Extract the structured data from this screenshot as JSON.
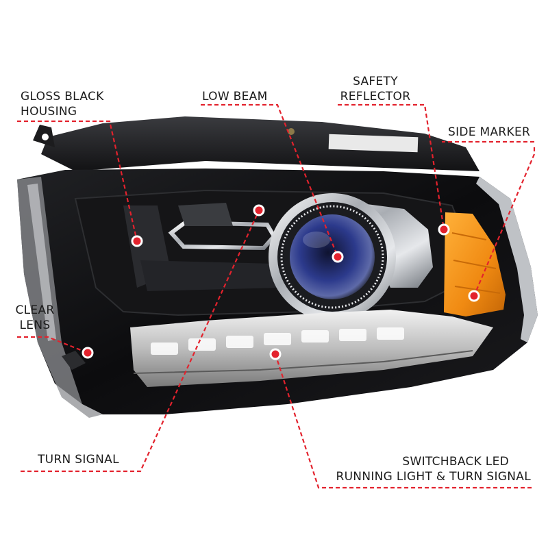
{
  "labels": {
    "gloss_black_housing": [
      "GLOSS BLACK",
      "HOUSING"
    ],
    "low_beam": [
      "LOW BEAM"
    ],
    "safety_reflector": [
      "SAFETY",
      "REFLECTOR"
    ],
    "side_marker": [
      "SIDE MARKER"
    ],
    "clear_lens": [
      "CLEAR",
      "LENS"
    ],
    "turn_signal": [
      "TURN SIGNAL"
    ],
    "switchback_led": [
      "SWITCHBACK LED",
      "RUNNING LIGHT & TURN SIGNAL"
    ]
  },
  "colors": {
    "callout": "#e3222d",
    "dot_border": "#ffffff",
    "housing": "#121214",
    "chrome": "#c9ccd1",
    "lens_blue": "#2c3a8c",
    "amber": "#f08a12"
  }
}
